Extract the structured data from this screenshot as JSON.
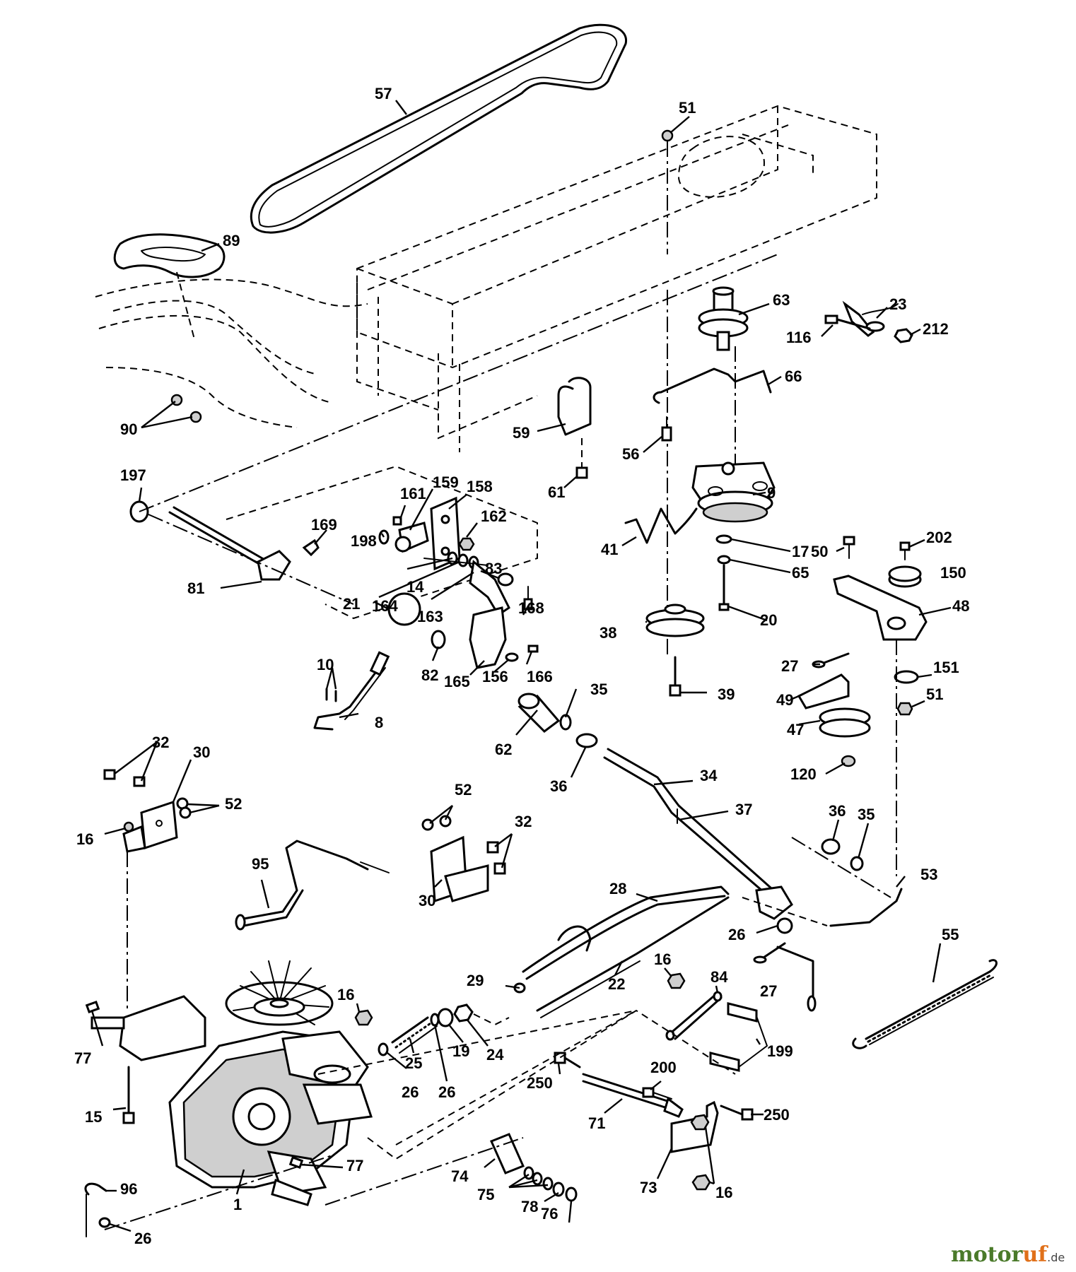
{
  "diagram": {
    "labels": [
      {
        "id": "l57",
        "text": "57"
      },
      {
        "id": "l51a",
        "text": "51"
      },
      {
        "id": "l89",
        "text": "89"
      },
      {
        "id": "l63",
        "text": "63"
      },
      {
        "id": "l23",
        "text": "23"
      },
      {
        "id": "l116",
        "text": "116"
      },
      {
        "id": "l212",
        "text": "212"
      },
      {
        "id": "l66",
        "text": "66"
      },
      {
        "id": "l90",
        "text": "90"
      },
      {
        "id": "l59",
        "text": "59"
      },
      {
        "id": "l56",
        "text": "56"
      },
      {
        "id": "l61",
        "text": "61"
      },
      {
        "id": "l197",
        "text": "197"
      },
      {
        "id": "l161",
        "text": "161"
      },
      {
        "id": "l159",
        "text": "159"
      },
      {
        "id": "l158",
        "text": "158"
      },
      {
        "id": "l169",
        "text": "169"
      },
      {
        "id": "l162",
        "text": "162"
      },
      {
        "id": "l198",
        "text": "198"
      },
      {
        "id": "l9",
        "text": "9"
      },
      {
        "id": "l41",
        "text": "41"
      },
      {
        "id": "l17",
        "text": "17"
      },
      {
        "id": "l50",
        "text": "50"
      },
      {
        "id": "l202",
        "text": "202"
      },
      {
        "id": "l81",
        "text": "81"
      },
      {
        "id": "l83",
        "text": "83"
      },
      {
        "id": "l65",
        "text": "65"
      },
      {
        "id": "l150",
        "text": "150"
      },
      {
        "id": "l14",
        "text": "14"
      },
      {
        "id": "l164",
        "text": "164"
      },
      {
        "id": "l48",
        "text": "48"
      },
      {
        "id": "l163",
        "text": "163"
      },
      {
        "id": "l168",
        "text": "168"
      },
      {
        "id": "l20",
        "text": "20"
      },
      {
        "id": "l21",
        "text": "21"
      },
      {
        "id": "l38",
        "text": "38"
      },
      {
        "id": "l27a",
        "text": "27"
      },
      {
        "id": "l151",
        "text": "151"
      },
      {
        "id": "l10",
        "text": "10"
      },
      {
        "id": "l82",
        "text": "82"
      },
      {
        "id": "l156",
        "text": "156"
      },
      {
        "id": "l166",
        "text": "166"
      },
      {
        "id": "l165",
        "text": "165"
      },
      {
        "id": "l51b",
        "text": "51"
      },
      {
        "id": "l35a",
        "text": "35"
      },
      {
        "id": "l39",
        "text": "39"
      },
      {
        "id": "l49",
        "text": "49"
      },
      {
        "id": "l8",
        "text": "8"
      },
      {
        "id": "l47",
        "text": "47"
      },
      {
        "id": "l32a",
        "text": "32"
      },
      {
        "id": "l30a",
        "text": "30"
      },
      {
        "id": "l62",
        "text": "62"
      },
      {
        "id": "l36a",
        "text": "36"
      },
      {
        "id": "l34",
        "text": "34"
      },
      {
        "id": "l120",
        "text": "120"
      },
      {
        "id": "l52a",
        "text": "52"
      },
      {
        "id": "l52b",
        "text": "52"
      },
      {
        "id": "l37",
        "text": "37"
      },
      {
        "id": "l36b",
        "text": "36"
      },
      {
        "id": "l35b",
        "text": "35"
      },
      {
        "id": "l16a",
        "text": "16"
      },
      {
        "id": "l32b",
        "text": "32"
      },
      {
        "id": "l95",
        "text": "95"
      },
      {
        "id": "l53",
        "text": "53"
      },
      {
        "id": "l30b",
        "text": "30"
      },
      {
        "id": "l28",
        "text": "28"
      },
      {
        "id": "l26a",
        "text": "26"
      },
      {
        "id": "l55",
        "text": "55"
      },
      {
        "id": "l16b",
        "text": "16"
      },
      {
        "id": "l84",
        "text": "84"
      },
      {
        "id": "l29",
        "text": "29"
      },
      {
        "id": "l22",
        "text": "22"
      },
      {
        "id": "l27b",
        "text": "27"
      },
      {
        "id": "l16c",
        "text": "16"
      },
      {
        "id": "l199",
        "text": "199"
      },
      {
        "id": "l77a",
        "text": "77"
      },
      {
        "id": "l25",
        "text": "25"
      },
      {
        "id": "l19",
        "text": "19"
      },
      {
        "id": "l24",
        "text": "24"
      },
      {
        "id": "l200",
        "text": "200"
      },
      {
        "id": "l250a",
        "text": "250"
      },
      {
        "id": "l26b",
        "text": "26"
      },
      {
        "id": "l26c",
        "text": "26"
      },
      {
        "id": "l15",
        "text": "15"
      },
      {
        "id": "l71",
        "text": "71"
      },
      {
        "id": "l250b",
        "text": "250"
      },
      {
        "id": "l77b",
        "text": "77"
      },
      {
        "id": "l74",
        "text": "74"
      },
      {
        "id": "l96",
        "text": "96"
      },
      {
        "id": "l75",
        "text": "75"
      },
      {
        "id": "l78",
        "text": "78"
      },
      {
        "id": "l73",
        "text": "73"
      },
      {
        "id": "l16d",
        "text": "16"
      },
      {
        "id": "l1",
        "text": "1"
      },
      {
        "id": "l76",
        "text": "76"
      },
      {
        "id": "l26d",
        "text": "26"
      }
    ]
  },
  "watermark": {
    "brand_a": "motor",
    "brand_b": "uf",
    "suffix": ".de"
  }
}
